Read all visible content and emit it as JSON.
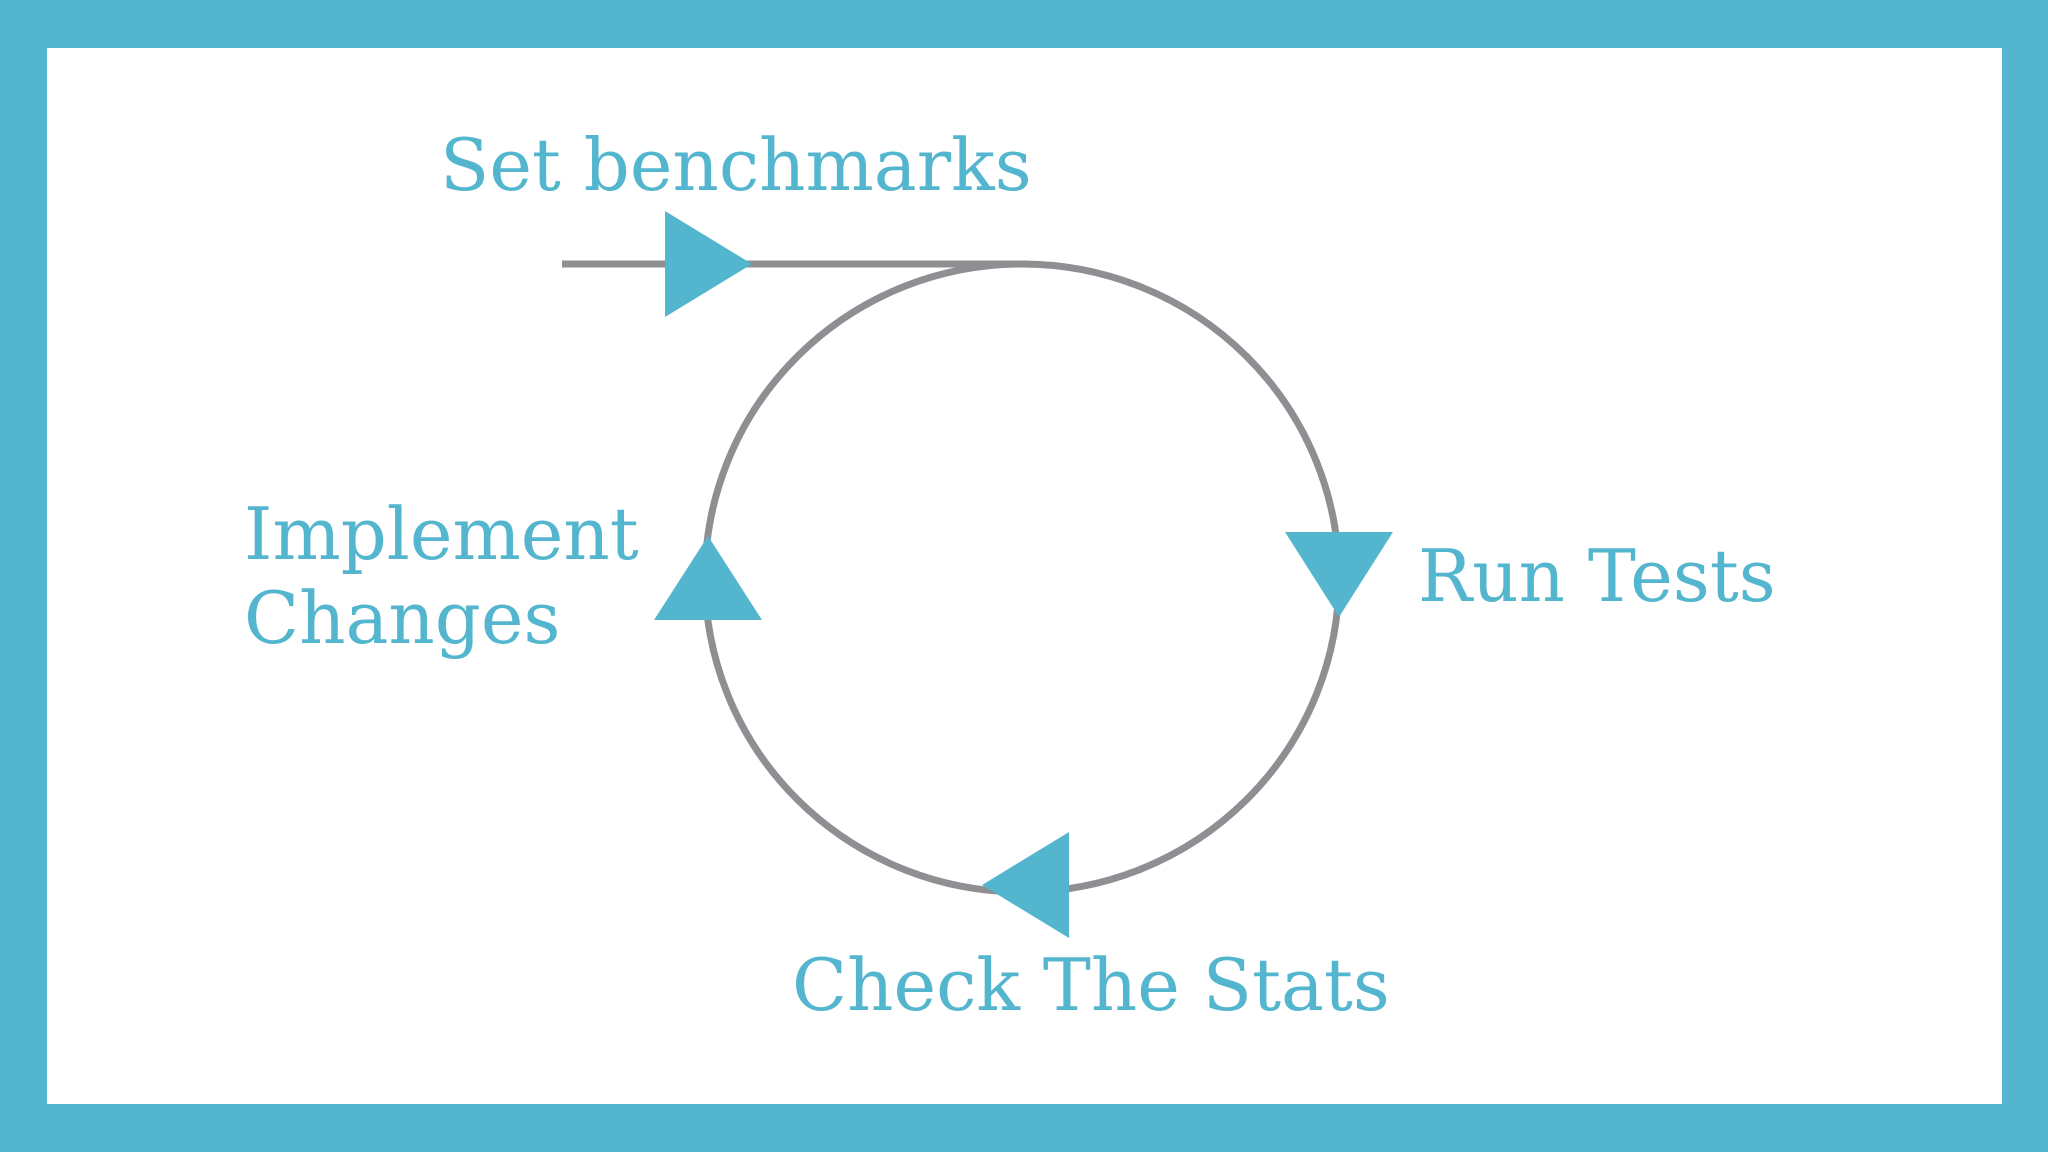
{
  "colors": {
    "border": "#54b6ce",
    "background": "#ffffff",
    "accent": "#54b6ce",
    "line": "#8e8e93"
  },
  "diagram": {
    "type": "cycle",
    "steps": [
      {
        "id": "set-benchmarks",
        "label": "Set benchmarks"
      },
      {
        "id": "run-tests",
        "label": "Run Tests"
      },
      {
        "id": "check-stats",
        "label": "Check The Stats"
      },
      {
        "id": "implement-changes",
        "label_line1": "Implement",
        "label_line2": "Changes"
      }
    ],
    "flow": "clockwise"
  }
}
